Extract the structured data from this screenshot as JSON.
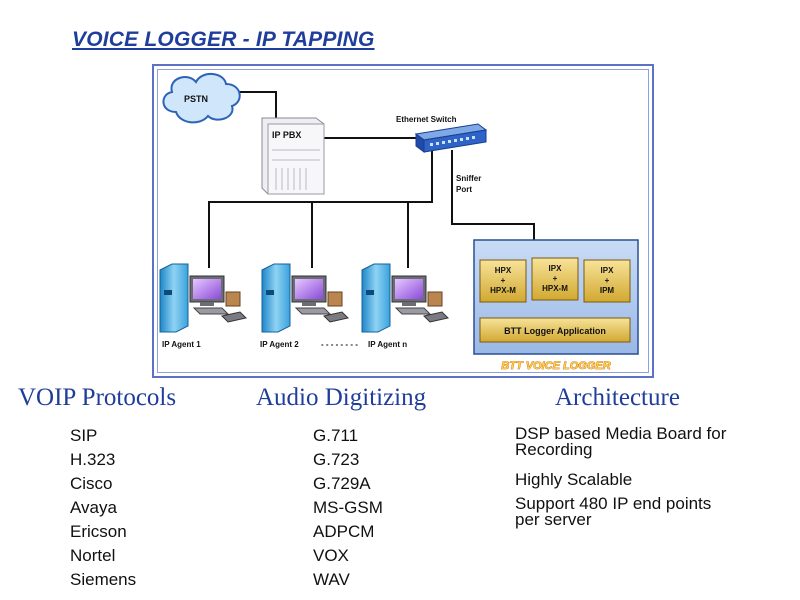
{
  "title": "VOICE LOGGER - IP TAPPING",
  "diagram": {
    "pstn": "PSTN",
    "ip_pbx": "IP PBX",
    "ethernet_switch": "Ethernet Switch",
    "sniffer_port": [
      "Sniffer",
      "Port"
    ],
    "agents": [
      "IP Agent 1",
      "IP Agent 2",
      "IP Agent n"
    ],
    "agent_ellipsis": "- - - - - - - -",
    "boards": [
      [
        "HPX",
        "+",
        "HPX-M"
      ],
      [
        "IPX",
        "+",
        "HPX-M"
      ],
      [
        "IPX",
        "+",
        "IPM"
      ]
    ],
    "logger_app": "BTT Logger Application",
    "logger_caption": "BTT VOICE LOGGER"
  },
  "columns": {
    "voip": {
      "heading": "VOIP Protocols",
      "items": [
        "SIP",
        "H.323",
        "Cisco",
        "Avaya",
        "Ericson",
        "Nortel",
        "Siemens"
      ]
    },
    "audio": {
      "heading": "Audio Digitizing",
      "items": [
        "G.711",
        "G.723",
        "G.729A",
        "MS-GSM",
        "ADPCM",
        "VOX",
        "WAV"
      ]
    },
    "architecture": {
      "heading": "Architecture",
      "items": [
        [
          "DSP based Media Board for",
          "Recording"
        ],
        [
          "Highly Scalable"
        ],
        [
          "Support 480 IP end points",
          "per server"
        ]
      ]
    }
  }
}
